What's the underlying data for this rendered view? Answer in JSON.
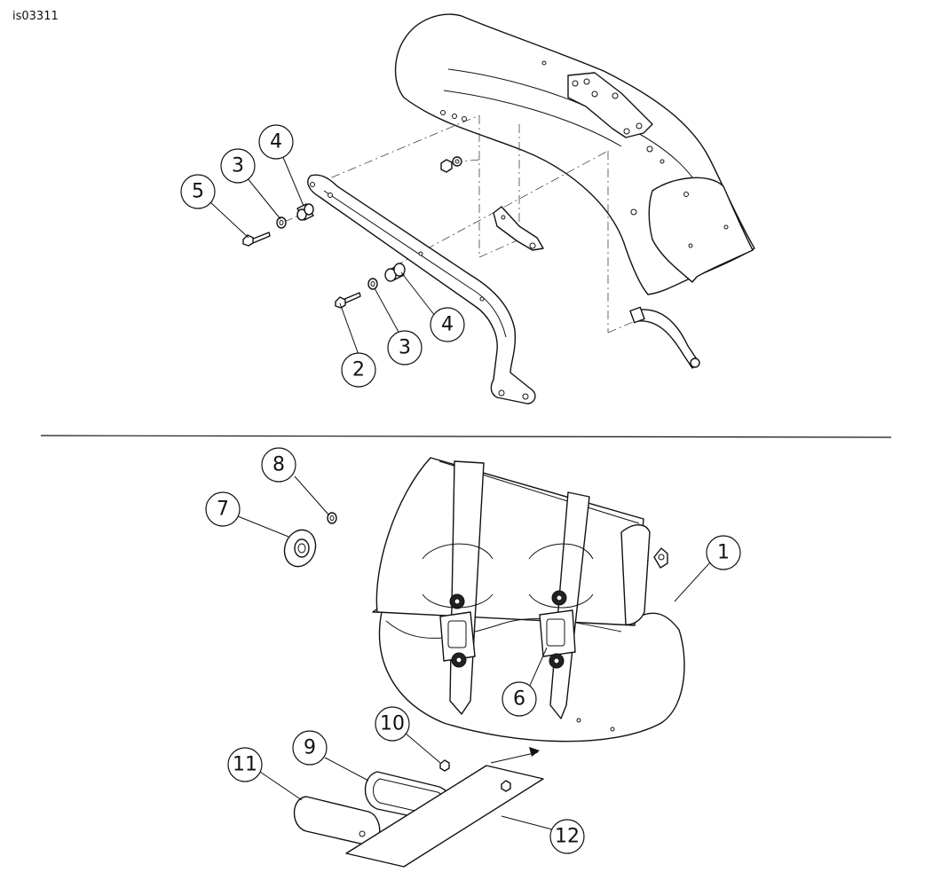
{
  "document_id": "is03311",
  "callouts": {
    "c1": "1",
    "c2": "2",
    "c3a": "3",
    "c3b": "3",
    "c4a": "4",
    "c4b": "4",
    "c5": "5",
    "c6": "6",
    "c7": "7",
    "c8": "8",
    "c9": "9",
    "c10": "10",
    "c11": "11",
    "c12": "12"
  }
}
